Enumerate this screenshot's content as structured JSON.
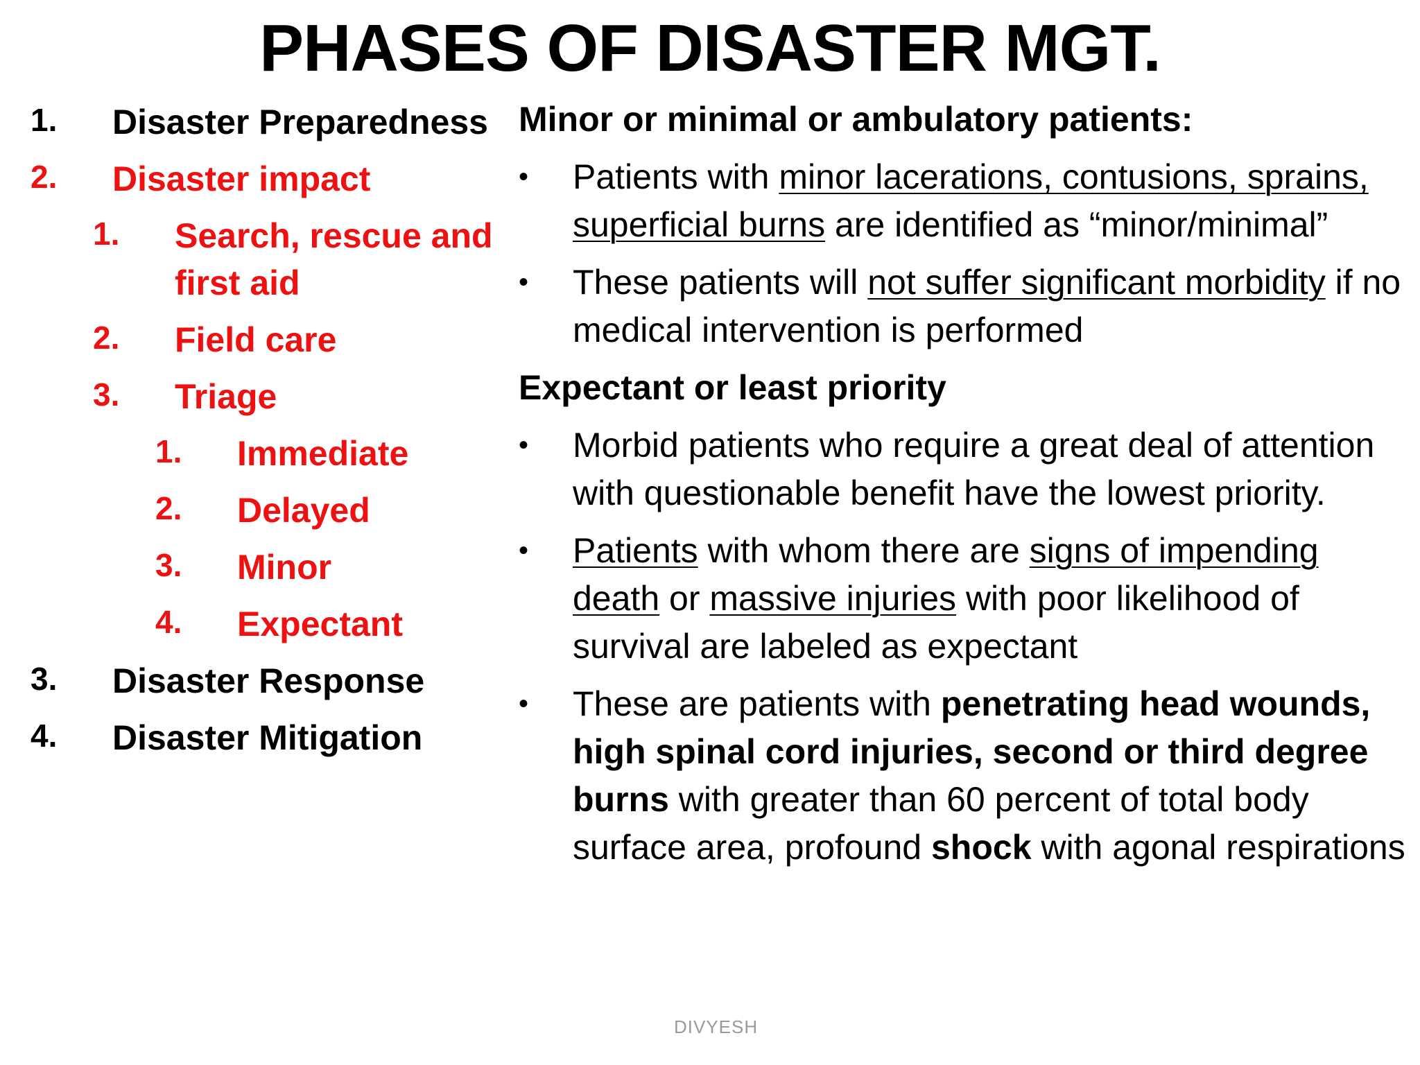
{
  "title": "PHASES OF DISASTER MGT.",
  "outline": {
    "item1": {
      "num": "1.",
      "label": "Disaster Preparedness"
    },
    "item2": {
      "num": "2.",
      "label": "Disaster impact"
    },
    "item2_1": {
      "num": "1.",
      "label_line1": "Search, rescue and",
      "label_line2": "first aid"
    },
    "item2_2": {
      "num": "2.",
      "label": "Field care"
    },
    "item2_3": {
      "num": "3.",
      "label": "Triage"
    },
    "item2_3_1": {
      "num": "1.",
      "label": "Immediate"
    },
    "item2_3_2": {
      "num": "2.",
      "label": "Delayed"
    },
    "item2_3_3": {
      "num": "3.",
      "label": "Minor"
    },
    "item2_3_4": {
      "num": "4.",
      "label": "Expectant"
    },
    "item3": {
      "num": "3.",
      "label": "Disaster Response"
    },
    "item4": {
      "num": "4.",
      "label": "Disaster Mitigation"
    }
  },
  "bullet_symbol": "•",
  "minor": {
    "heading": "Minor or minimal or ambulatory patients:",
    "b1_a": "Patients with ",
    "b1_u": "minor lacerations, contusions, sprains, superficial burns",
    "b1_b": " are identified as “minor/minimal”",
    "b2_a": " These patients will ",
    "b2_u": "not suffer significant morbidity",
    "b2_b": " if no medical intervention is performed"
  },
  "expectant": {
    "heading": "Expectant or least priority",
    "b1": "Morbid patients who require a great deal of attention with questionable benefit have the lowest priority.",
    "b2_u1": "Patients",
    "b2_a": " with whom there are ",
    "b2_u2": "signs of impending death",
    "b2_b": " or ",
    "b2_u3": "massive injuries",
    "b2_c": " with poor likelihood of survival are labeled as expectant",
    "b3_a": " These are patients with ",
    "b3_bold1": "penetrating head wounds, high spinal cord injuries, second or third degree burns",
    "b3_b": " with greater than 60 percent of total body surface area, profound ",
    "b3_bold2": "shock",
    "b3_c": " with agonal respirations"
  },
  "watermark": "DIVYESH"
}
